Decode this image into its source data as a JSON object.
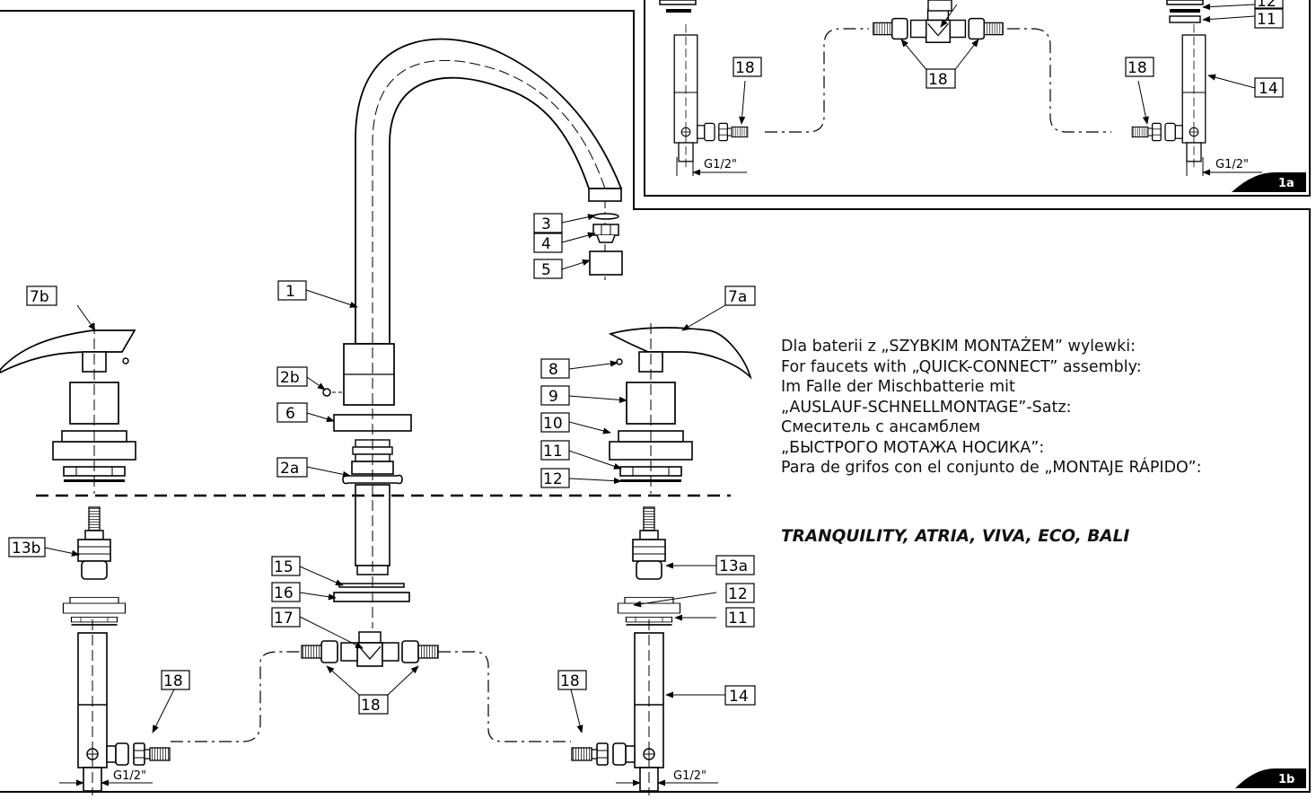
{
  "callouts": {
    "c1": "1",
    "c2a": "2a",
    "c2b": "2b",
    "c3": "3",
    "c4": "4",
    "c5": "5",
    "c6": "6",
    "c7a": "7a",
    "c7b": "7b",
    "c8": "8",
    "c9": "9",
    "c10": "10",
    "c11": "11",
    "c12": "12",
    "c13a": "13a",
    "c13b": "13b",
    "c14": "14",
    "c15": "15",
    "c16": "16",
    "c17": "17",
    "c18": "18"
  },
  "thread_label": "G1/2\"",
  "figures": {
    "fig_1a": "1a",
    "fig_1b": "1b"
  },
  "note_lines": [
    "Dla baterii z „SZYBKIM MONTAŻEM” wylewki:",
    "For faucets with „QUICK-CONNECT” assembly:",
    "Im Falle der Mischbatterie mit",
    "„AUSLAUF-SCHNELLMONTAGE”-Satz:",
    "Смеситель с ансамблем",
    "„БЫСТРОГО МОТАЖА НОСИКА”:",
    "Para de grifos con el conjunto de „MONTAJE RÁPIDO”:"
  ],
  "models": "TRANQUILITY, ATRIA, VIVA, ECO, BALI"
}
